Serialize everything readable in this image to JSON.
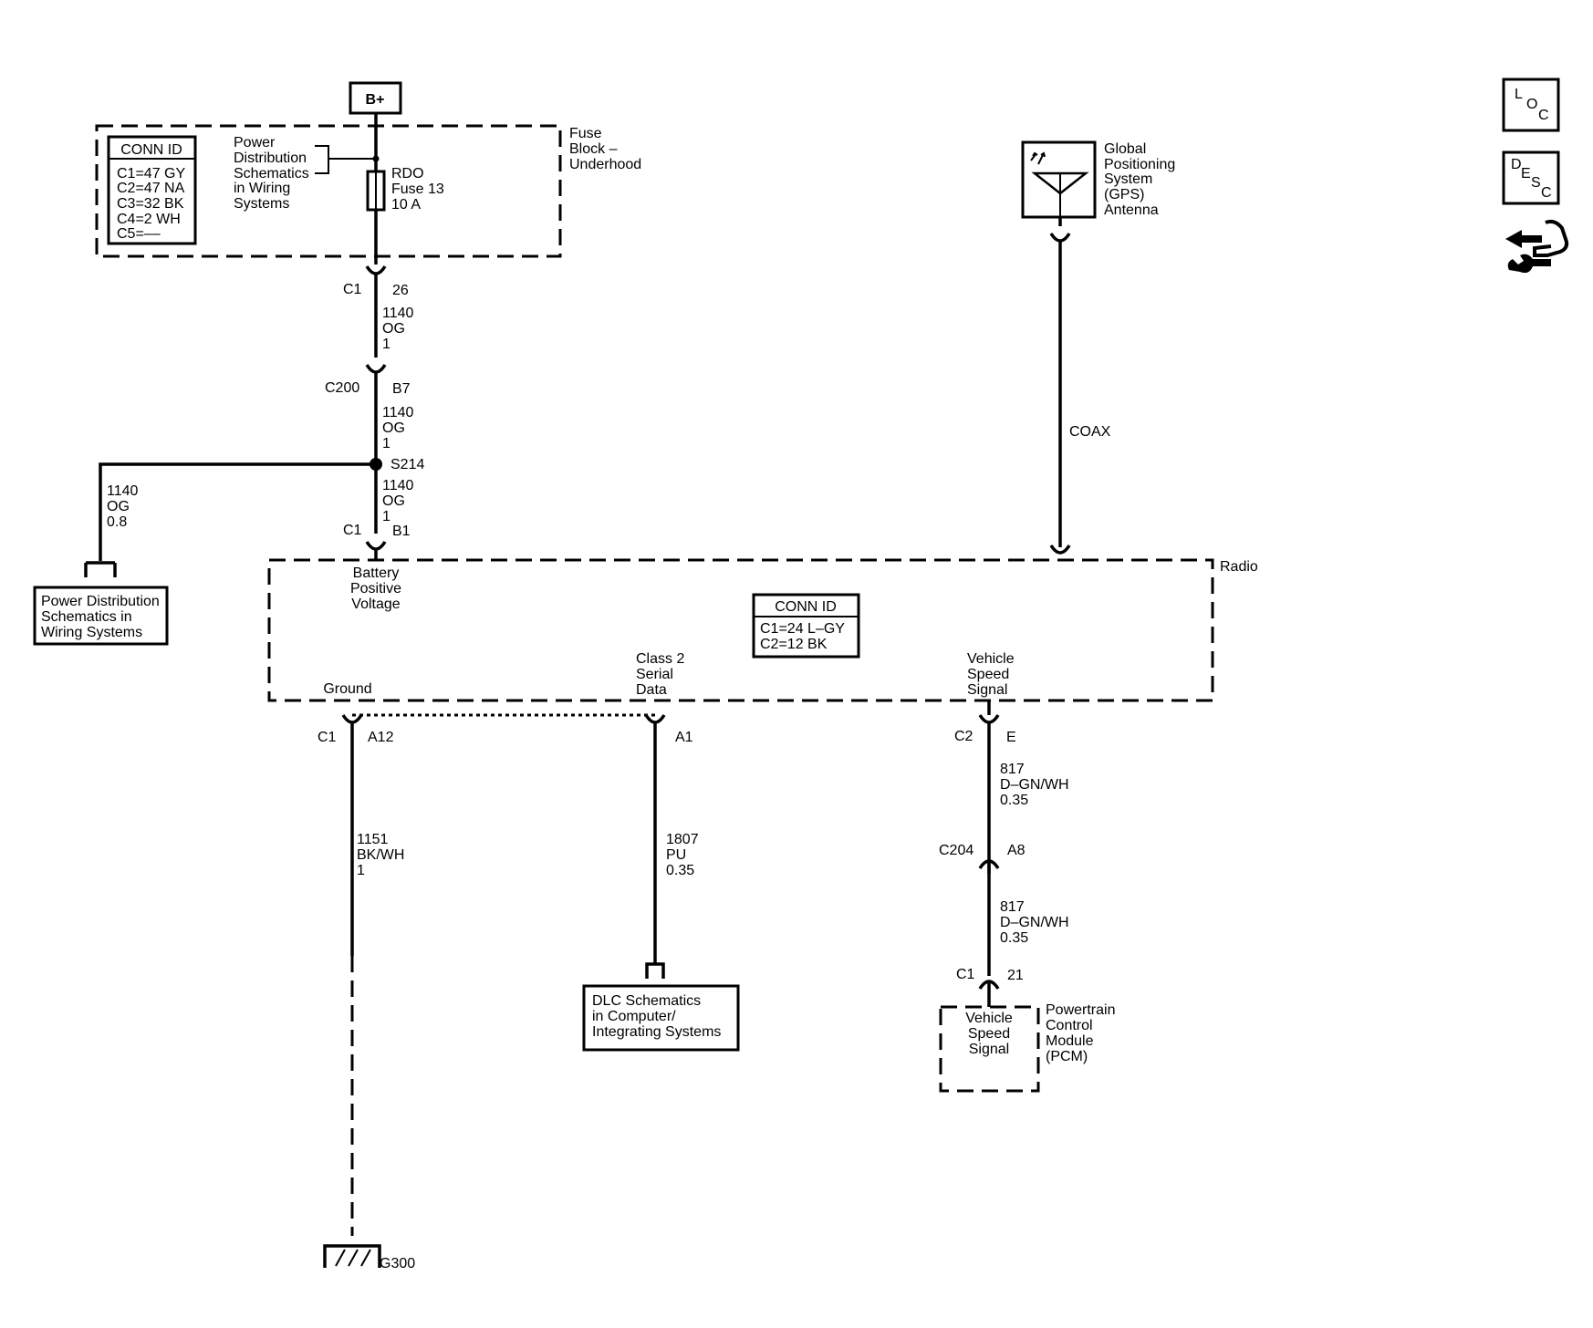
{
  "battery": "B+",
  "fuse_block": {
    "name": [
      "Fuse",
      "Block –",
      "Underhood"
    ],
    "conn_id_title": "CONN ID",
    "conn_id": [
      "C1=47 GY",
      "C2=47 NA",
      "C3=32 BK",
      "C4=2 WH",
      "C5=––"
    ],
    "ref": [
      "Power",
      "Distribution",
      "Schematics",
      "in Wiring",
      "Systems"
    ],
    "fuse": [
      "RDO",
      "Fuse 13",
      "10 A"
    ]
  },
  "labels": {
    "c1_26_conn": "C1",
    "c1_26_pin": "26",
    "wire1": [
      "1140",
      "OG",
      "1"
    ],
    "c200_conn": "C200",
    "c200_pin": "B7",
    "wire2": [
      "1140",
      "OG",
      "1"
    ],
    "splice": "S214",
    "wire3": [
      "1140",
      "OG",
      "1"
    ],
    "c1_b1_conn": "C1",
    "c1_b1_pin": "B1",
    "wire_left": [
      "1140",
      "OG",
      "0.8"
    ],
    "pds_box": [
      "Power Distribution",
      "Schematics in",
      "Wiring Systems"
    ]
  },
  "gps": {
    "name": [
      "Global",
      "Positioning",
      "System",
      "(GPS)",
      "Antenna"
    ],
    "coax": "COAX"
  },
  "radio": {
    "name": "Radio",
    "battery_positive": [
      "Battery",
      "Positive",
      "Voltage"
    ],
    "conn_id_title": "CONN ID",
    "conn_id": [
      "C1=24 L–GY",
      "C2=12 BK"
    ],
    "ground": "Ground",
    "class2": [
      "Class 2",
      "Serial",
      "Data"
    ],
    "vss": [
      "Vehicle",
      "Speed",
      "Signal"
    ]
  },
  "ground_circuit": {
    "conn": "C1",
    "pin": "A12",
    "wire": [
      "1151",
      "BK/WH",
      "1"
    ],
    "ground_id": "G300"
  },
  "data_circuit": {
    "pin": "A1",
    "wire": [
      "1807",
      "PU",
      "0.35"
    ],
    "dlc_box": [
      "DLC Schematics",
      "in Computer/",
      "Integrating Systems"
    ]
  },
  "vss_circuit": {
    "conn": "C2",
    "pin": "E",
    "wire1": [
      "817",
      "D–GN/WH",
      "0.35"
    ],
    "c204_conn": "C204",
    "c204_pin": "A8",
    "wire2": [
      "817",
      "D–GN/WH",
      "0.35"
    ],
    "pcm_conn": "C1",
    "pcm_pin": "21",
    "pcm_signal": [
      "Vehicle",
      "Speed",
      "Signal"
    ],
    "pcm_name": [
      "Powertrain",
      "Control",
      "Module",
      "(PCM)"
    ]
  },
  "nav_icons": {
    "loc": [
      "L",
      "O",
      "C"
    ],
    "desc": [
      "D",
      "E",
      "S",
      "C"
    ],
    "tool_icon": "hand-wrench-icon"
  }
}
